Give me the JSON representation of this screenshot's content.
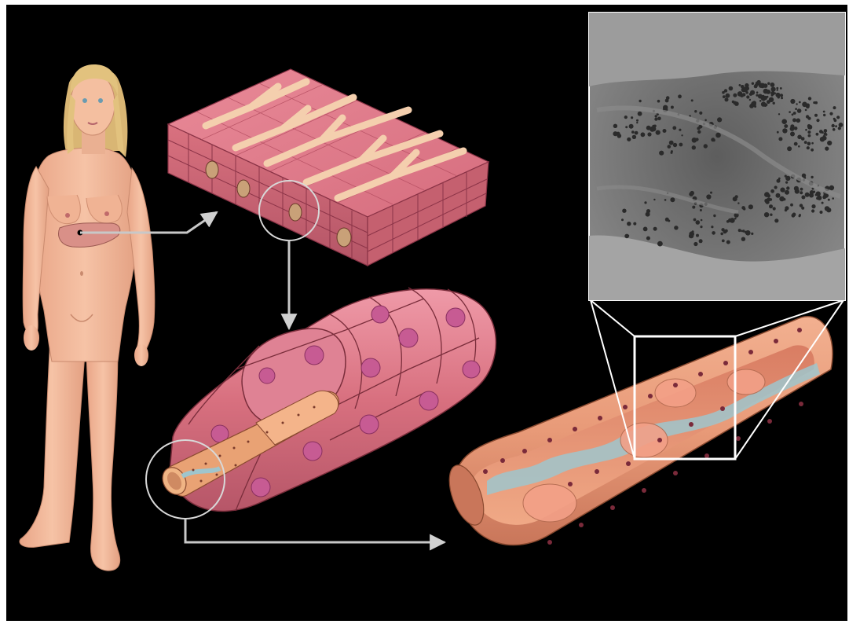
{
  "figure": {
    "background_color": "#000000",
    "frame_color": "#ffffff",
    "skin_color": "#f4b99a",
    "hair_color": "#e2c27e",
    "liver_color": "#d99088",
    "tissue_pink": "#d9707f",
    "tissue_dark": "#7a2d3b",
    "sinusoid_color": "#e89a78",
    "kupffer_color": "#9fc5cd",
    "micrograph_gray": "#6e6e6e",
    "arrow_color": "#c8c8c8",
    "panels": [
      {
        "id": "body",
        "depicts": "standing-female-figure-with-liver"
      },
      {
        "id": "lobule",
        "depicts": "liver-tissue-block-with-branching-vessels"
      },
      {
        "id": "plate",
        "depicts": "cylinder-of-hepatocytes-around-sinusoid"
      },
      {
        "id": "sinusoid",
        "depicts": "fenestrated-sinusoid-tube"
      },
      {
        "id": "micrograph",
        "depicts": "scanning-electron-micrograph-of-fenestrae"
      }
    ]
  }
}
